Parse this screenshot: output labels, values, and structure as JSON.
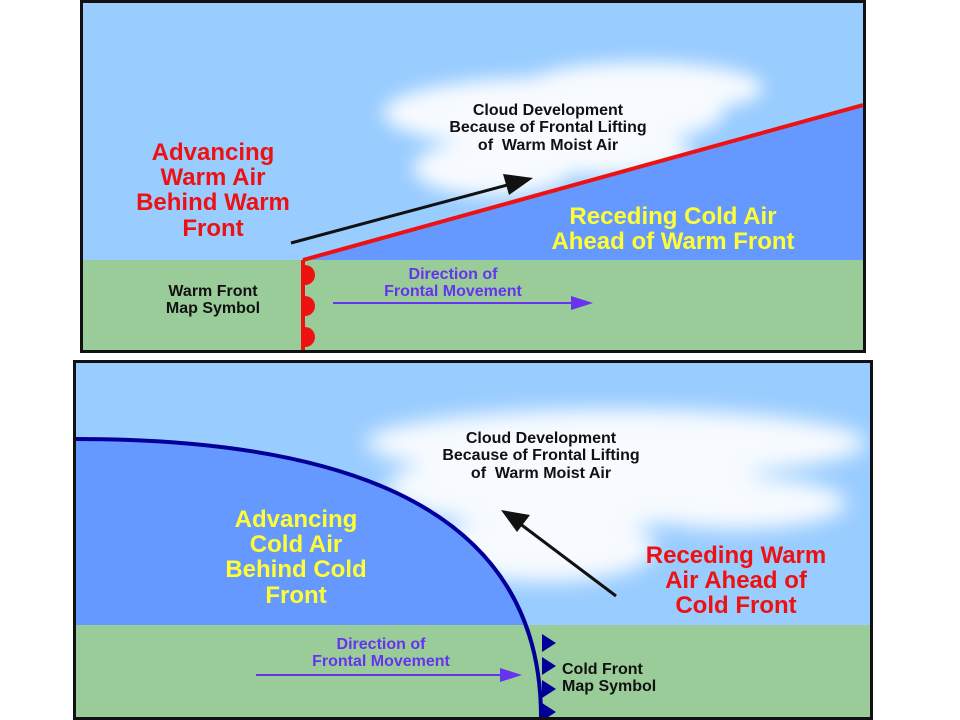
{
  "colors": {
    "sky": "#99ccff",
    "ground": "#99cc99",
    "cold_air": "#6699ff",
    "warm_front_line": "#ee1111",
    "cold_front_line": "#000099",
    "red_text": "#ee1111",
    "yellow_text": "#ffff33",
    "purple_text": "#6633ee",
    "cloud": "#ffffff"
  },
  "warm_front_panel": {
    "advancing_air_label": [
      "Advancing",
      "Warm Air",
      "Behind Warm",
      "Front"
    ],
    "receding_air_label": [
      "Receding Cold Air",
      "Ahead of Warm Front"
    ],
    "cloud_label": [
      "Cloud Development",
      "Because of Frontal Lifting",
      "of  Warm Moist Air"
    ],
    "symbol_label": [
      "Warm Front",
      "Map Symbol"
    ],
    "movement_label": [
      "Direction of",
      "Frontal Movement"
    ],
    "symbol_shape": "semicircle",
    "symbol_count": 3
  },
  "cold_front_panel": {
    "advancing_air_label": [
      "Advancing",
      "Cold Air",
      "Behind Cold",
      "Front"
    ],
    "receding_air_label": [
      "Receding Warm",
      "Air Ahead of",
      "Cold Front"
    ],
    "cloud_label": [
      "Cloud Development",
      "Because of Frontal Lifting",
      "of  Warm Moist Air"
    ],
    "symbol_label": [
      "Cold Front",
      "Map Symbol"
    ],
    "movement_label": [
      "Direction of",
      "Frontal Movement"
    ],
    "symbol_shape": "triangle",
    "symbol_count": 4
  }
}
